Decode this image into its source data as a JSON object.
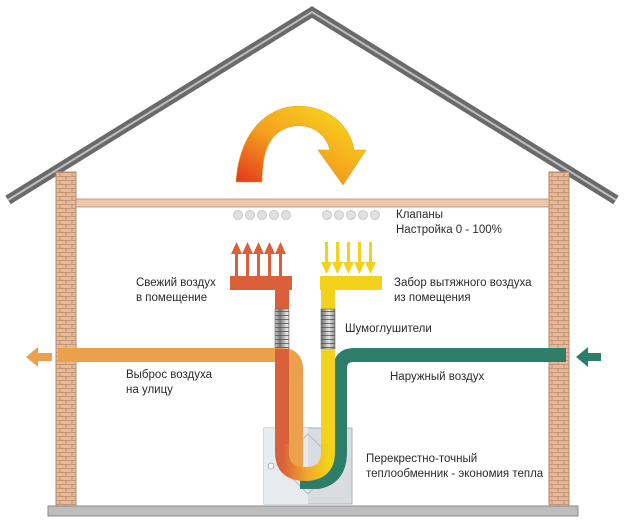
{
  "labels": {
    "valves": {
      "line1": "Клапаны",
      "line2": "Настройка 0 - 100%"
    },
    "fresh_air": {
      "line1": "Свежий воздух",
      "line2": "в помещение"
    },
    "exhaust_intake": {
      "line1": "Забор вытяжного воздуха",
      "line2": "из помещения"
    },
    "silencers": {
      "line1": "Шумоглушители"
    },
    "exhaust_out": {
      "line1": "Выброс воздуха",
      "line2": "на улицу"
    },
    "outdoor_air": {
      "line1": "Наружный воздух"
    },
    "heat_exchanger": {
      "line1": "Перекрестно-точный",
      "line2": "теплообменник - экономия тепла"
    }
  },
  "colors": {
    "roof": "#6d6d6d",
    "brick": "#e6b99a",
    "brick_line": "#b98a6a",
    "ceiling": "#e9c6ac",
    "warm_duct": "#d9603a",
    "cold_duct": "#2e7d6a",
    "orange_duct": "#eba04c",
    "yellow_duct": "#f2d21a",
    "heat_exchanger": "#d9dde2"
  }
}
